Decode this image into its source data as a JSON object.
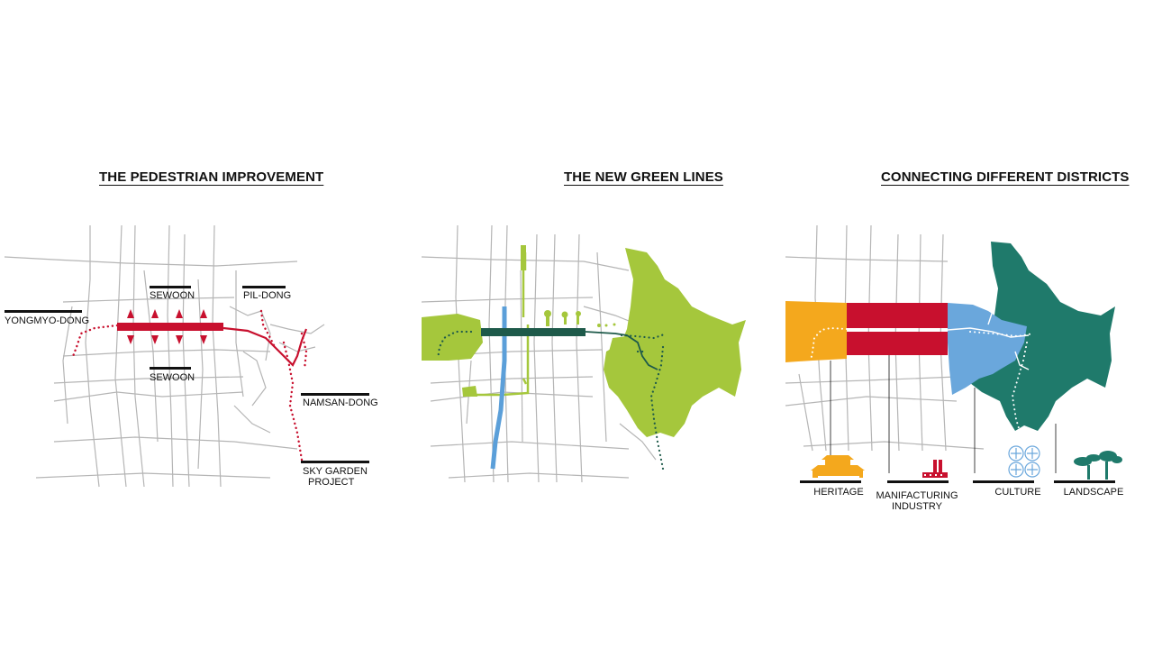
{
  "titles": {
    "pedestrian": "THE PEDESTRIAN IMPROVEMENT",
    "green": "THE NEW GREEN LINES",
    "districts": "CONNECTING DIFFERENT DISTRICTS"
  },
  "pedestrian_labels": {
    "sewoon_top": "SEWOON",
    "pil_dong": "PIL-DONG",
    "yongmyo_dong": "YONGMYO-DONG",
    "sewoon_bottom": "SEWOON",
    "namsan_dong": "NAMSAN-DONG",
    "sky_garden_1": "SKY GARDEN",
    "sky_garden_2": "PROJECT"
  },
  "district_labels": {
    "heritage": "HERITAGE",
    "manufacturing_1": "MANIFACTURING",
    "manufacturing_2": "INDUSTRY",
    "culture": "CULTURE",
    "landscape": "LANDSCAPE"
  },
  "colors": {
    "street": "#b5b5b5",
    "red": "#c8102e",
    "lime": "#a5c73c",
    "blue": "#5b9fd9",
    "dark_green": "#1e5a4a",
    "teal": "#1f7a6b",
    "orange": "#f4a81d",
    "light_blue": "#6aa7dc",
    "black": "#111111"
  }
}
